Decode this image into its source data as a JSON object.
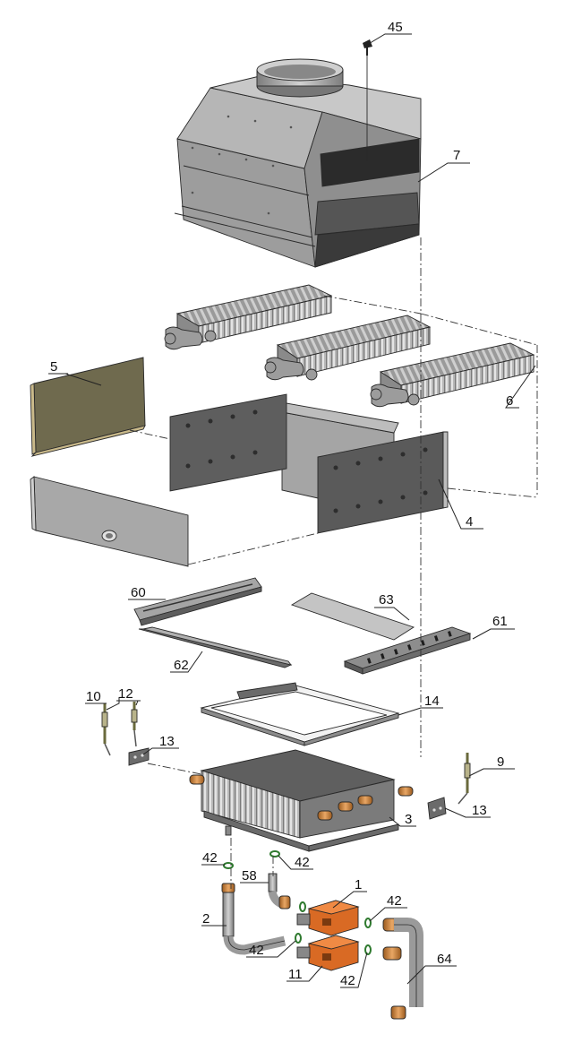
{
  "callouts": {
    "c1": "1",
    "c2": "2",
    "c3": "3",
    "c4": "4",
    "c5": "5",
    "c6": "6",
    "c7": "7",
    "c9": "9",
    "c10": "10",
    "c11": "11",
    "c12": "12",
    "c13a": "13",
    "c13b": "13",
    "c14": "14",
    "c42a": "42",
    "c42b": "42",
    "c42c": "42",
    "c42d": "42",
    "c42e": "42",
    "c45": "45",
    "c58": "58",
    "c60": "60",
    "c61": "61",
    "c62": "62",
    "c63": "63",
    "c64": "64"
  },
  "colors": {
    "sheet_metal": "#a9a9a9",
    "sheet_metal_dark": "#6f6f6f",
    "insulation": "#6f6a4e",
    "copper": "#c7772e",
    "gas_valve": "#d96a24",
    "o_ring": "#2f7a2f"
  }
}
